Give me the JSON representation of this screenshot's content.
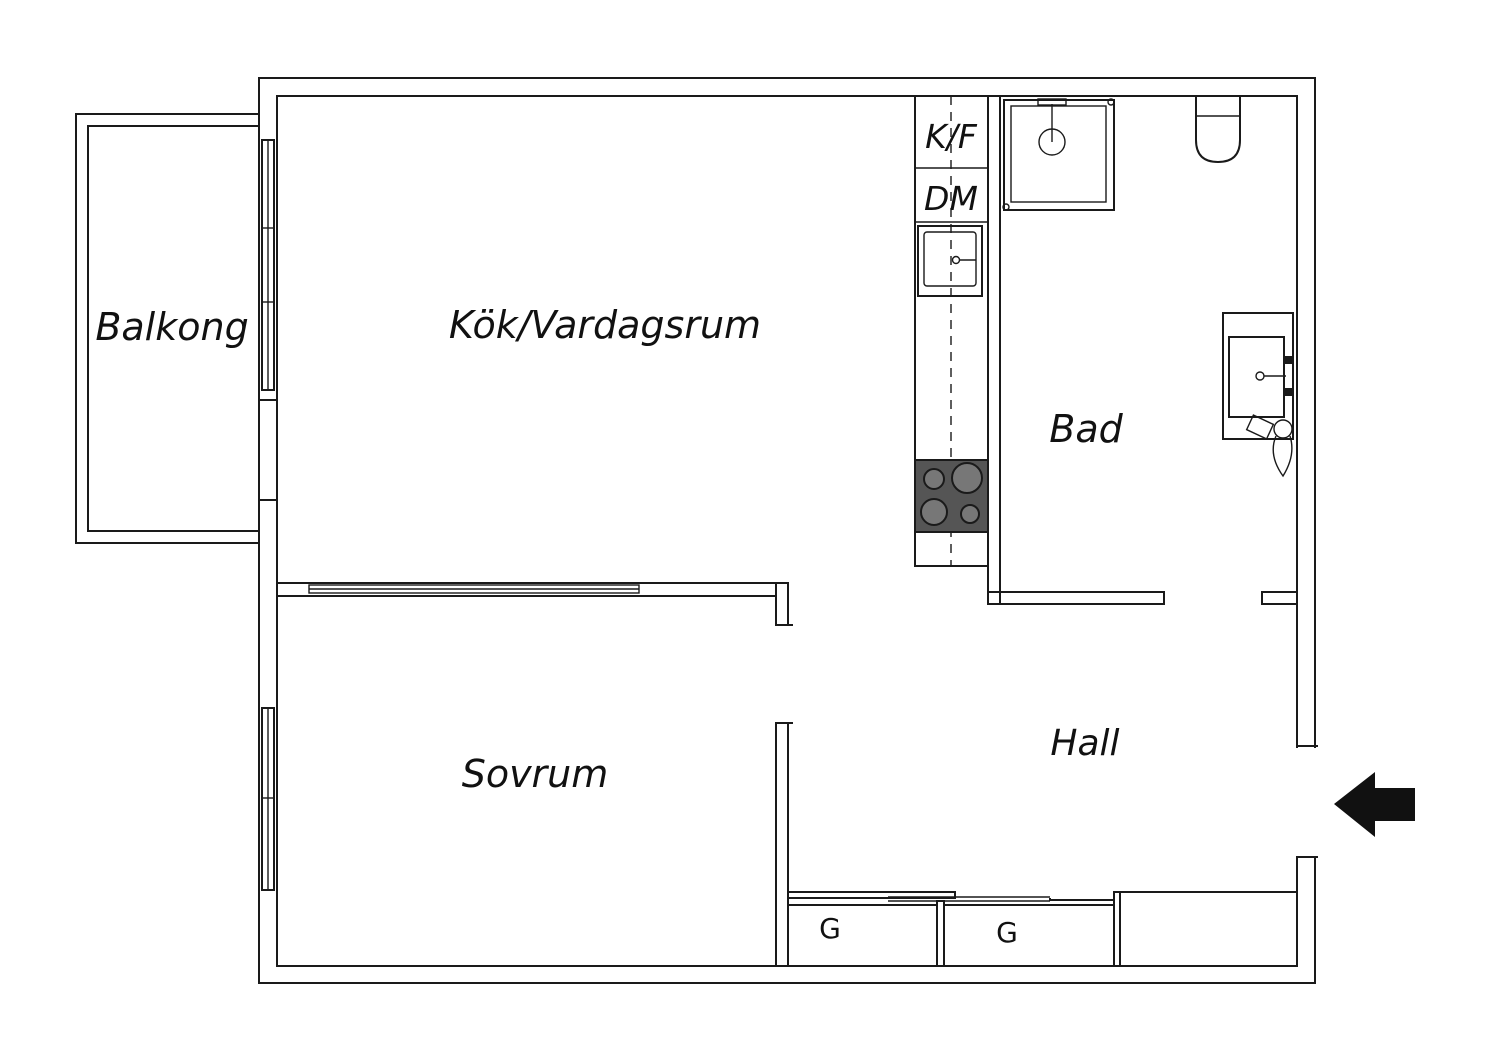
{
  "rooms": {
    "balkong": "Balkong",
    "kok": "Kök/Vardagsrum",
    "bad": "Bad",
    "hall": "Hall",
    "sovrum": "Sovrum"
  },
  "fixtures": {
    "fridge_freezer": "K/F",
    "dishwasher": "DM",
    "closet_1": "G",
    "closet_2": "G"
  },
  "icons": {
    "entrance": "entrance-arrow-icon"
  },
  "colors": {
    "ink": "#1a1a1a",
    "stove": "#555555",
    "background": "#ffffff"
  }
}
